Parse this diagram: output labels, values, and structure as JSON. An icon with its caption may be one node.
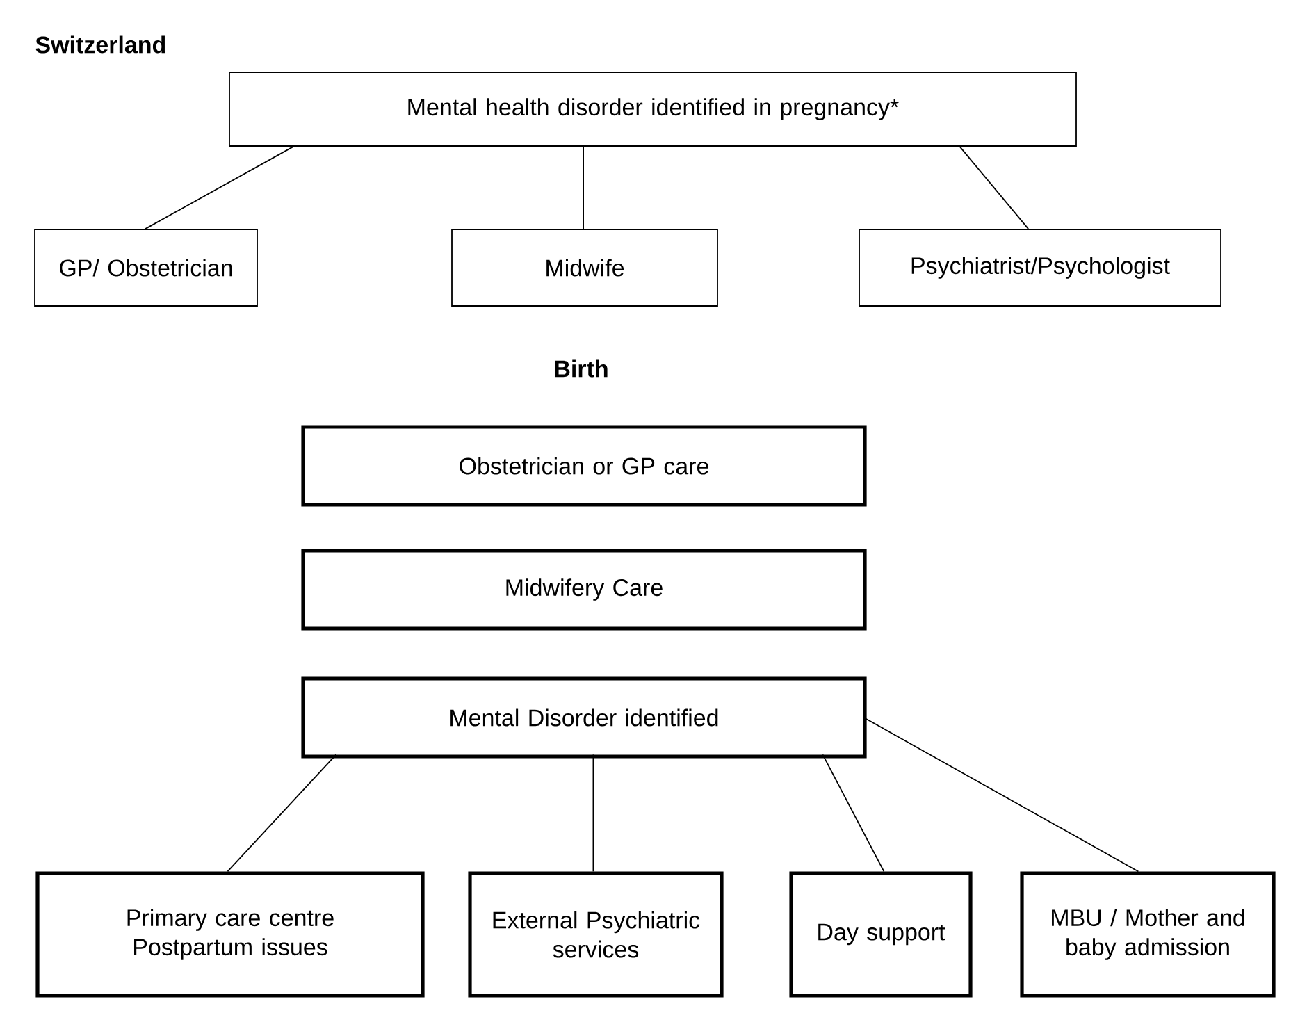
{
  "diagram": {
    "title": "Switzerland",
    "nodes": [
      {
        "text": [
          "Mental health disorder identified in pregnancy*"
        ]
      },
      {
        "text": [
          "GP/ Obstetrician"
        ]
      },
      {
        "text": [
          "Midwife"
        ]
      },
      {
        "text": [
          "Psychiatrist/Psychologist"
        ]
      },
      {
        "text": [
          "Obstetrician or GP care"
        ]
      },
      {
        "text": [
          "Midwifery Care"
        ]
      },
      {
        "text": [
          "Mental Disorder identified"
        ]
      },
      {
        "text": [
          "Primary care centre Postpartum issues"
        ]
      },
      {
        "text": [
          "External Psychiatric services"
        ]
      },
      {
        "text": [
          "Day support"
        ]
      },
      {
        "text": [
          "MBU / Mother and baby admission"
        ]
      }
    ],
    "edges": [
      {
        "from": 0,
        "to": 1,
        "arrow": "none"
      },
      {
        "from": 0,
        "to": 2,
        "arrow": "none"
      },
      {
        "from": 0,
        "to": 3,
        "arrow": "none"
      },
      {
        "from": 6,
        "to": 7,
        "arrow": "none"
      },
      {
        "from": 6,
        "to": 8,
        "arrow": "none"
      },
      {
        "from": 6,
        "to": 9,
        "arrow": "none"
      },
      {
        "from": 6,
        "to": 10,
        "arrow": "none"
      }
    ],
    "labels": [
      "Birth"
    ]
  }
}
